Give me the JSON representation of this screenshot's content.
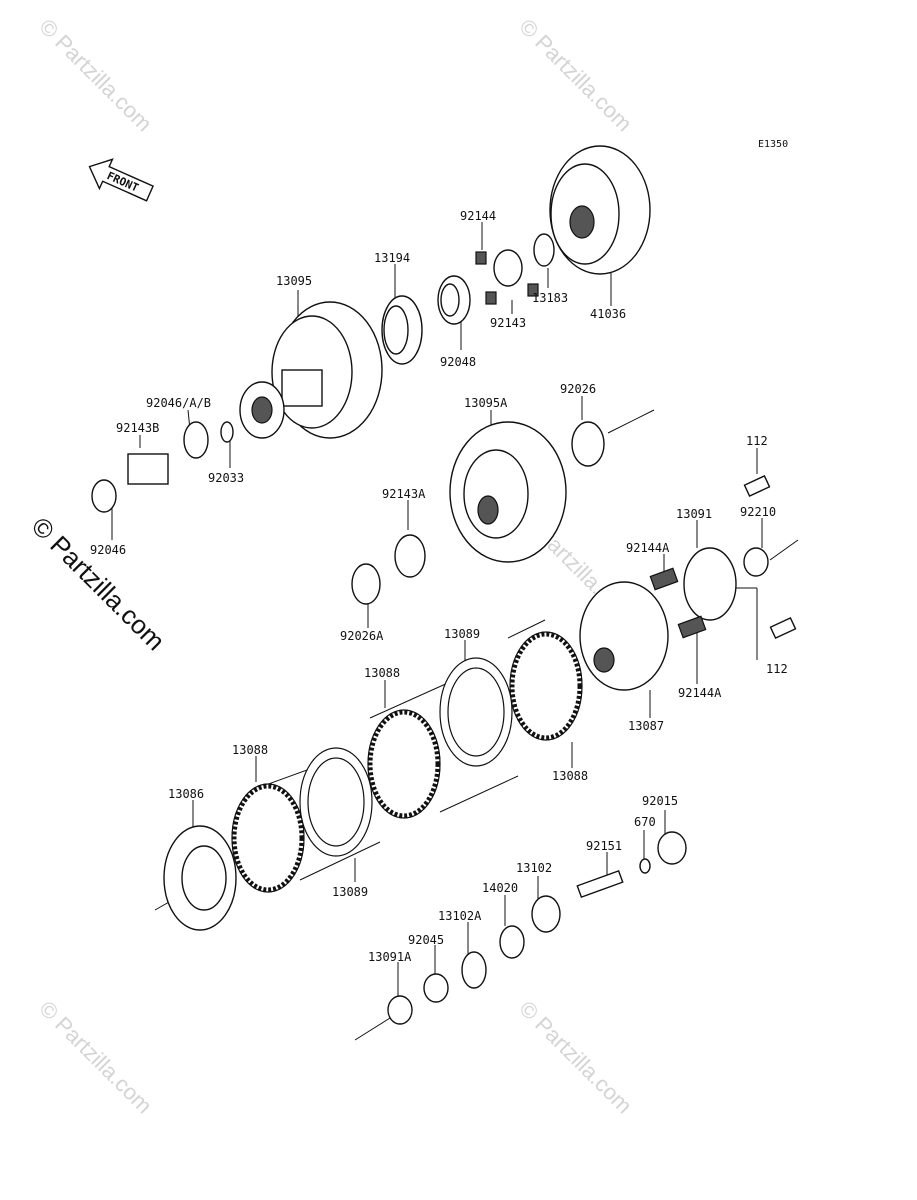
{
  "diagram": {
    "code": "E1350",
    "front_label": "FRONT",
    "watermarks": [
      "© Partzilla.com",
      "© Partzilla.com",
      "© Partzilla.com",
      "© Partzilla.com",
      "© Partzilla.com"
    ],
    "side_watermark": "© Partzilla.com",
    "labels": {
      "l_13095": "13095",
      "l_13194": "13194",
      "l_92144": "92144",
      "l_13183": "13183",
      "l_41036": "41036",
      "l_92143": "92143",
      "l_92048": "92048",
      "l_92046ab": "92046/A/B",
      "l_92143b": "92143B",
      "l_92033": "92033",
      "l_92046": "92046",
      "l_13095a": "13095A",
      "l_92026": "92026",
      "l_112_top": "112",
      "l_13091": "13091",
      "l_92210": "92210",
      "l_92143a": "92143A",
      "l_92144a_top": "92144A",
      "l_92026a": "92026A",
      "l_13089_top": "13089",
      "l_13088_mid": "13088",
      "l_13088_left": "13088",
      "l_13088_right": "13088",
      "l_13087": "13087",
      "l_92144a_bot": "92144A",
      "l_112_bot": "112",
      "l_13086": "13086",
      "l_13089_bot": "13089",
      "l_92015": "92015",
      "l_670": "670",
      "l_92151": "92151",
      "l_13102": "13102",
      "l_14020": "14020",
      "l_13102a": "13102A",
      "l_92045": "92045",
      "l_13091a": "13091A"
    }
  }
}
